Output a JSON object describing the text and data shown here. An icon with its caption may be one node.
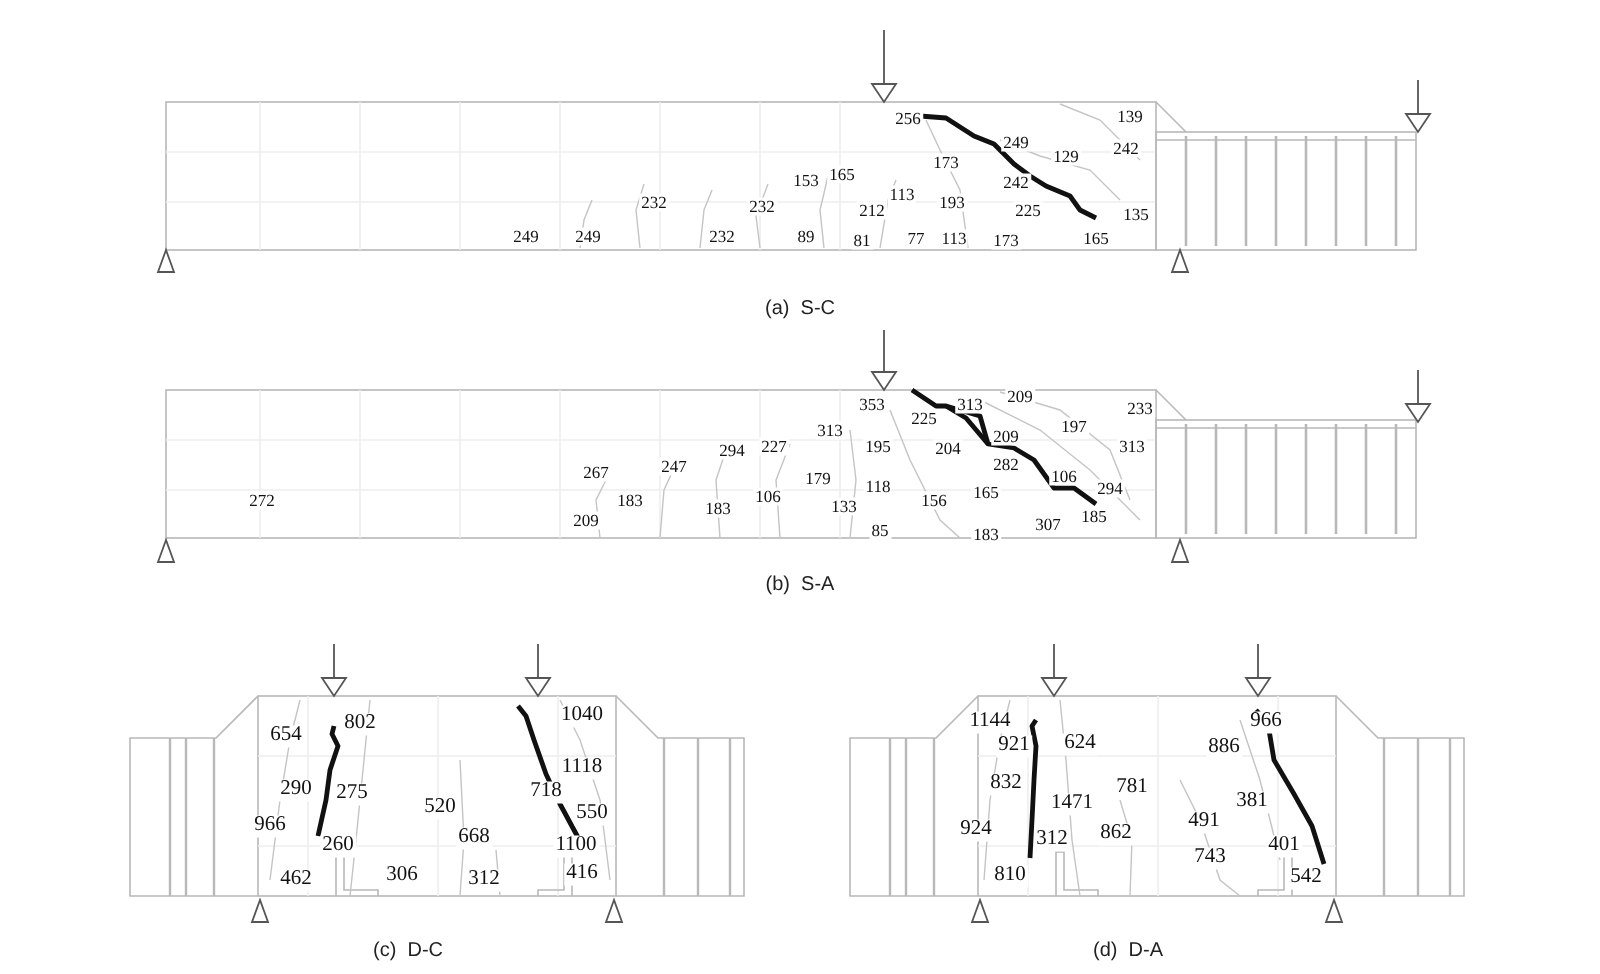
{
  "diagram": {
    "labels": [
      "256",
      "139",
      "249",
      "129",
      "242",
      "173",
      "153",
      "165",
      "242",
      "113",
      "232",
      "232",
      "212",
      "193",
      "225",
      "135",
      "249",
      "249",
      "232",
      "89",
      "81",
      "77",
      "113",
      "173",
      "165",
      "(a)  S-C",
      "353",
      "225",
      "313",
      "209",
      "233",
      "313",
      "197",
      "209",
      "294",
      "227",
      "195",
      "204",
      "313",
      "267",
      "247",
      "179",
      "282",
      "106",
      "183",
      "183",
      "106",
      "118",
      "133",
      "156",
      "165",
      "294",
      "272",
      "209",
      "185",
      "307",
      "85",
      "183",
      "(b)  S-A",
      "654",
      "802",
      "1040",
      "1118",
      "290",
      "275",
      "520",
      "718",
      "550",
      "966",
      "668",
      "260",
      "1100",
      "462",
      "306",
      "312",
      "416",
      "(c)  D-C",
      "1144",
      "966",
      "921",
      "624",
      "886",
      "832",
      "781",
      "1471",
      "381",
      "924",
      "491",
      "862",
      "312",
      "401",
      "743",
      "810",
      "542",
      "(d)  D-A"
    ]
  }
}
